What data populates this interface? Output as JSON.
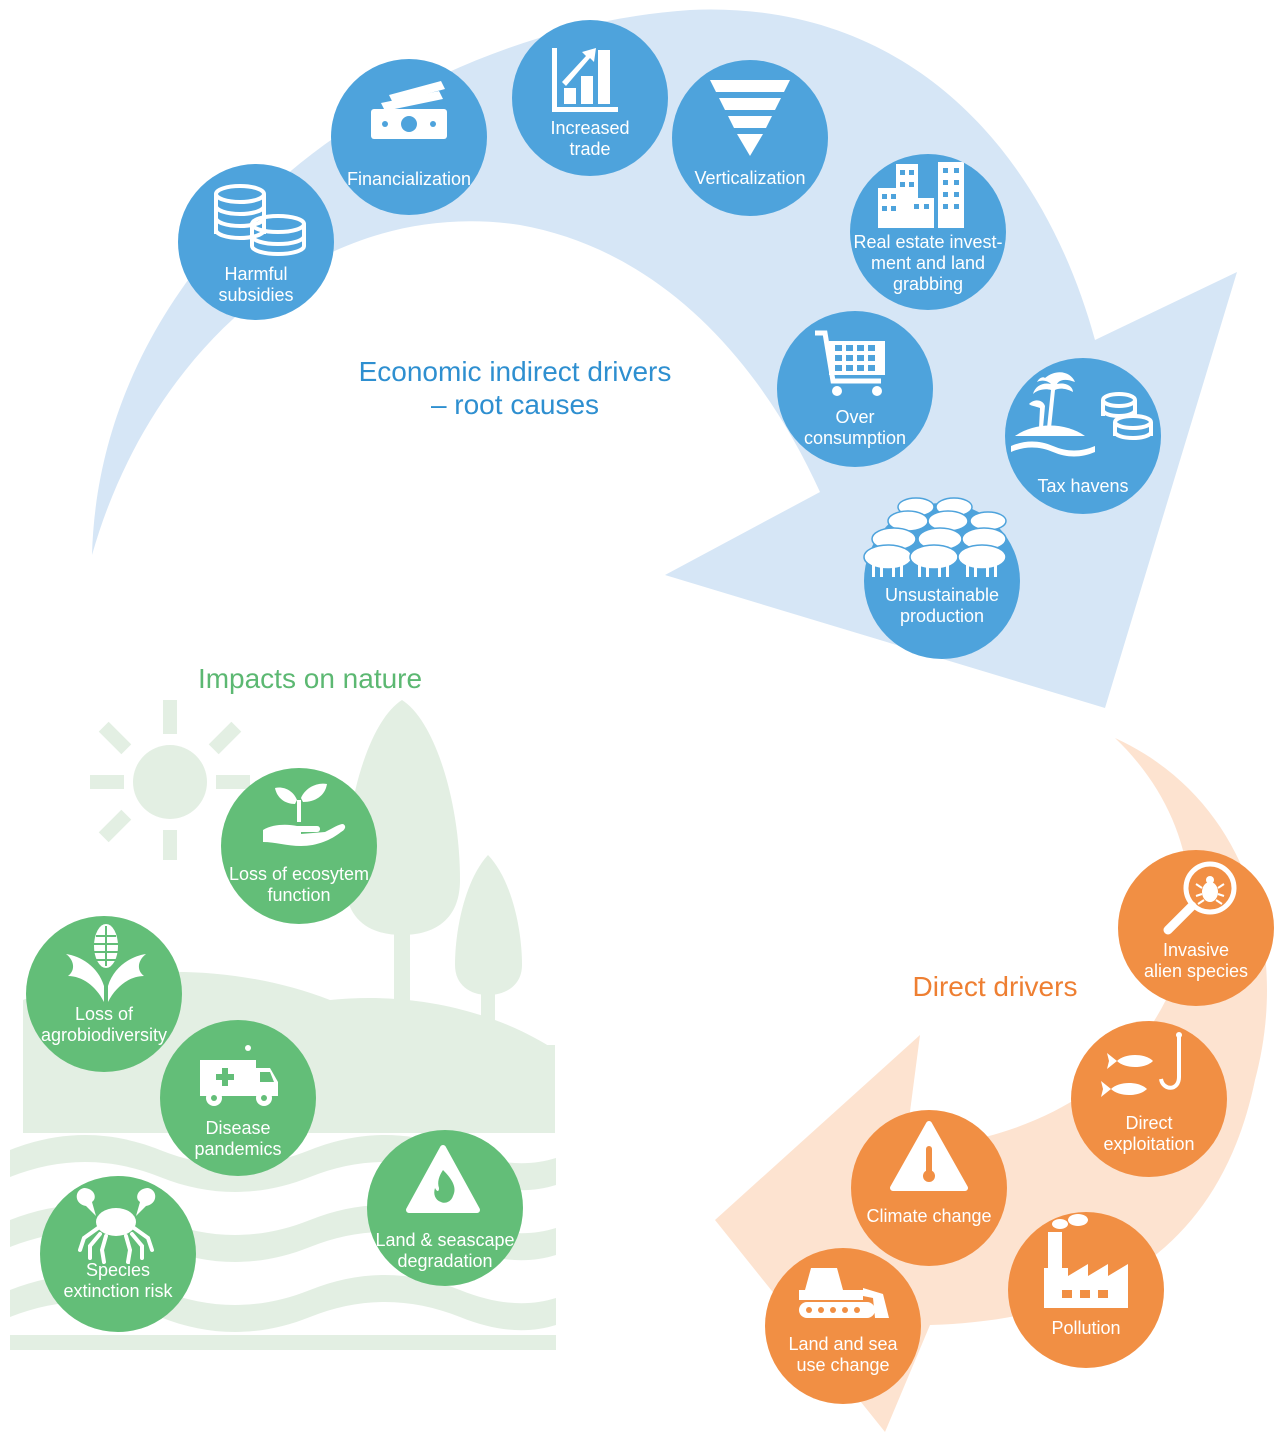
{
  "economic": {
    "heading_line1": "Economic indirect drivers",
    "heading_line2": "– root causes",
    "items": [
      {
        "id": "harmful-subsidies",
        "lines": [
          "Harmful",
          "subsidies"
        ],
        "icon": "coins-icon"
      },
      {
        "id": "financialization",
        "lines": [
          "Financialization"
        ],
        "icon": "banknote-icon"
      },
      {
        "id": "increased-trade",
        "lines": [
          "Increased",
          "trade"
        ],
        "icon": "bar-chart-icon"
      },
      {
        "id": "verticalization",
        "lines": [
          "Verticalization"
        ],
        "icon": "inverted-pyramid-icon"
      },
      {
        "id": "real-estate",
        "lines": [
          "Real estate invest-",
          "ment and land",
          "grabbing"
        ],
        "icon": "buildings-icon"
      },
      {
        "id": "over-consumption",
        "lines": [
          "Over",
          "consumption"
        ],
        "icon": "shopping-cart-icon"
      },
      {
        "id": "tax-havens",
        "lines": [
          "Tax havens"
        ],
        "icon": "island-coins-icon"
      },
      {
        "id": "unsustainable-production",
        "lines": [
          "Unsustainable",
          "production"
        ],
        "icon": "livestock-icon"
      }
    ]
  },
  "direct": {
    "heading": "Direct drivers",
    "items": [
      {
        "id": "invasive-alien-species",
        "lines": [
          "Invasive",
          "alien species"
        ],
        "icon": "bug-magnifier-icon"
      },
      {
        "id": "direct-exploitation",
        "lines": [
          "Direct",
          "exploitation"
        ],
        "icon": "fish-hook-icon"
      },
      {
        "id": "climate-change",
        "lines": [
          "Climate change"
        ],
        "icon": "warning-thermometer-icon"
      },
      {
        "id": "pollution",
        "lines": [
          "Pollution"
        ],
        "icon": "factory-icon"
      },
      {
        "id": "land-sea-use-change",
        "lines": [
          "Land and sea",
          "use change"
        ],
        "icon": "bulldozer-icon"
      }
    ]
  },
  "impacts": {
    "heading": "Impacts on nature",
    "items": [
      {
        "id": "loss-ecosystem-function",
        "lines": [
          "Loss of ecosytem",
          "function"
        ],
        "icon": "plant-hand-icon"
      },
      {
        "id": "loss-agrobiodiversity",
        "lines": [
          "Loss of",
          "agrobiodiversity"
        ],
        "icon": "corn-icon"
      },
      {
        "id": "disease-pandemics",
        "lines": [
          "Disease",
          "pandemics"
        ],
        "icon": "ambulance-icon"
      },
      {
        "id": "species-extinction-risk",
        "lines": [
          "Species",
          "extinction risk"
        ],
        "icon": "crab-icon"
      },
      {
        "id": "land-seascape-degradation",
        "lines": [
          "Land & seascape",
          "degradation"
        ],
        "icon": "fire-warning-icon"
      }
    ]
  },
  "colors": {
    "blue": "#4ea3dc",
    "blue_arrow": "#d6e6f6",
    "orange": "#f18f44",
    "orange_arrow": "#fde3d0",
    "green": "#63be78",
    "green_bg": "#e3efe3"
  }
}
